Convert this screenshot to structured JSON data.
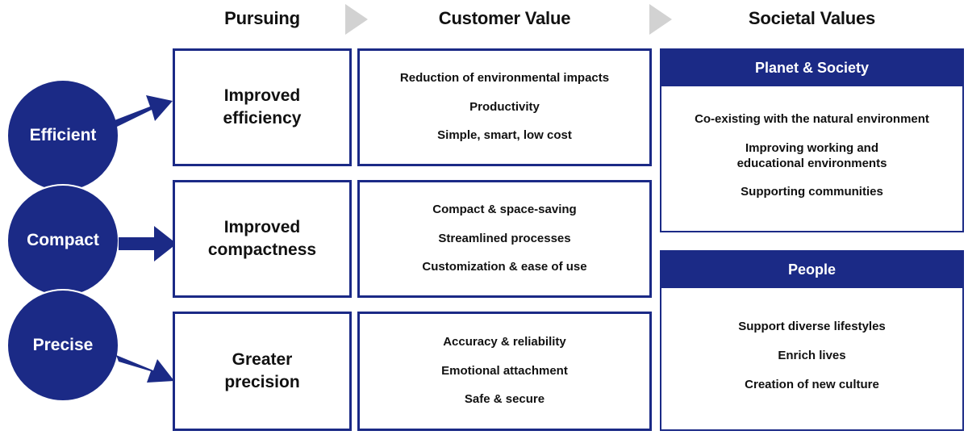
{
  "headers": {
    "pursuing": "Pursuing",
    "customer_value": "Customer Value",
    "societal_values": "Societal Values"
  },
  "colors": {
    "navy": "#1b2a86",
    "separator_gray": "#d2d2d2",
    "text_dark": "#111111",
    "white": "#ffffff"
  },
  "pillars": [
    {
      "label": "Efficient"
    },
    {
      "label": "Compact"
    },
    {
      "label": "Precise"
    }
  ],
  "pursuing_boxes": [
    {
      "text": "Improved\nefficiency"
    },
    {
      "text": "Improved\ncompactness"
    },
    {
      "text": "Greater\nprecision"
    }
  ],
  "customer_value_boxes": [
    {
      "items": [
        "Reduction of environmental impacts",
        "Productivity",
        "Simple, smart, low cost"
      ]
    },
    {
      "items": [
        "Compact & space-saving",
        "Streamlined processes",
        "Customization & ease of use"
      ]
    },
    {
      "items": [
        "Accuracy & reliability",
        "Emotional attachment",
        "Safe & secure"
      ]
    }
  ],
  "societal_cards": [
    {
      "title": "Planet & Society",
      "items": [
        "Co-existing with the natural environment",
        "Improving working and\neducational environments",
        "Supporting communities"
      ]
    },
    {
      "title": "People",
      "items": [
        "Support diverse lifestyles",
        "Enrich lives",
        "Creation of new culture"
      ]
    }
  ]
}
